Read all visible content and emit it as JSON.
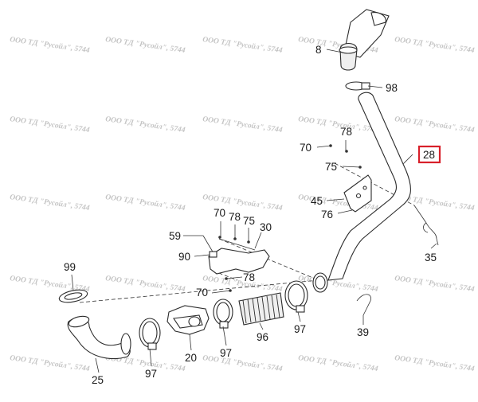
{
  "watermark": "ООО ТД \"Русойл\", 5744",
  "callouts": {
    "c8": "8",
    "c98": "98",
    "c78a": "78",
    "c70a": "70",
    "c75a": "75",
    "c28": "28",
    "c45": "45",
    "c76": "76",
    "c35": "35",
    "c70b": "70",
    "c78b": "78",
    "c75b": "75",
    "c59": "59",
    "c30": "30",
    "c90": "90",
    "c78c": "78",
    "c70c": "70",
    "c99": "99",
    "c97a": "97",
    "c96": "96",
    "c39": "39",
    "c20": "20",
    "c97b": "97",
    "c97c": "97",
    "c25": "25"
  },
  "highlighted_callout": "28",
  "colors": {
    "highlight": "#d8202a",
    "watermark": "#c4c4c4",
    "line": "#2b2b2b"
  }
}
